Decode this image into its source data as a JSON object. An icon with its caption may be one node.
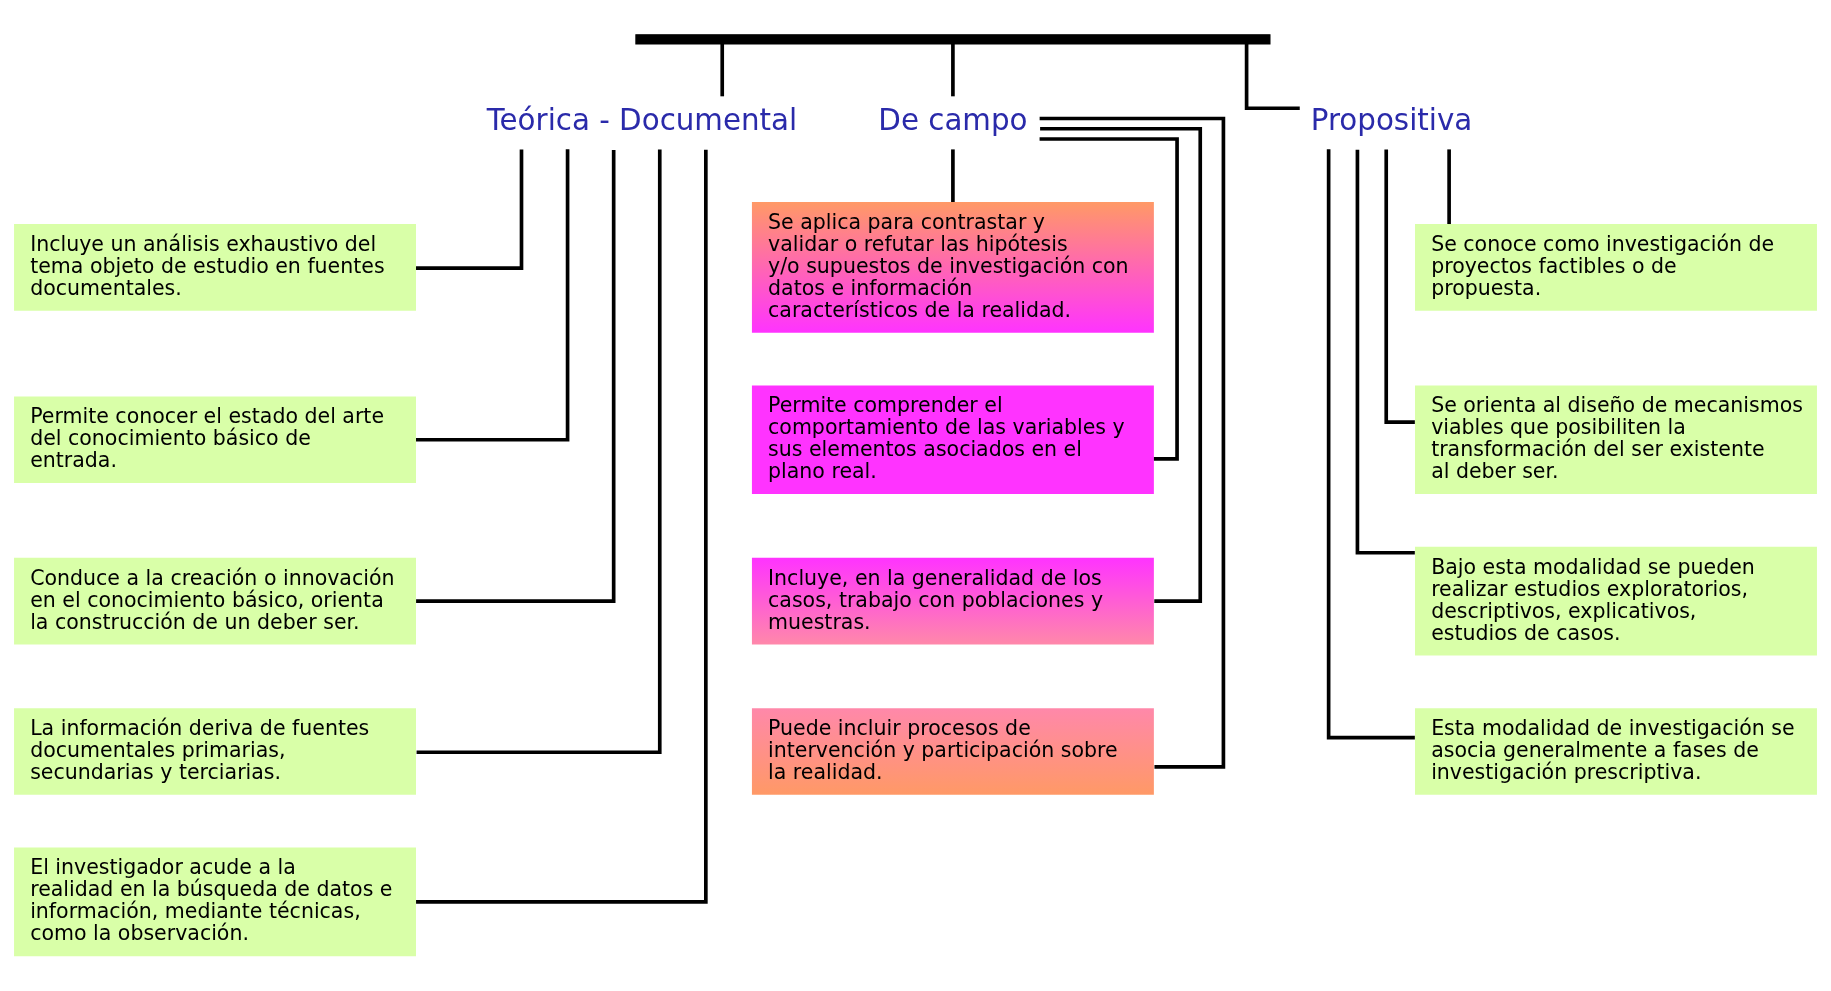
{
  "diagram": {
    "nodes": [
      {
        "text": [],
        "shape": "bar"
      },
      {
        "text": [
          "Teórica - Documental"
        ]
      },
      {
        "text": [
          "De campo"
        ]
      },
      {
        "text": [
          "Propositiva"
        ]
      },
      {
        "text": [
          "Incluye un análisis exhaustivo del tema objeto de estudio en fuentes documentales."
        ]
      },
      {
        "text": [
          "Permite conocer el estado del arte del conocimiento básico de entrada."
        ]
      },
      {
        "text": [
          "Conduce a la creación o innovación en el conocimiento básico, orienta la construcción de un deber ser."
        ]
      },
      {
        "text": [
          "La información deriva de fuentes documentales primarias, secundarias y terciarias."
        ]
      },
      {
        "text": [
          "El investigador acude a la realidad en la búsqueda de datos e información, mediante técnicas, como la observación."
        ]
      },
      {
        "text": [
          "Se aplica para contrastar y validar o refutar las hipótesis y/o supuestos de investigación con datos e información característicos de la realidad."
        ]
      },
      {
        "text": [
          "Permite comprender el comportamiento de las variables y sus elementos asociados en el plano real."
        ]
      },
      {
        "text": [
          "Incluye, en la generalidad de los casos, trabajo con poblaciones y muestras."
        ]
      },
      {
        "text": [
          "Puede incluir procesos de intervención y participación sobre la realidad."
        ]
      },
      {
        "text": [
          "Se conoce como investigación de proyectos factibles o de propuesta."
        ]
      },
      {
        "text": [
          "Se orienta al diseño de mecanismos viables que posibiliten la transformación del ser existente al deber ser."
        ]
      },
      {
        "text": [
          "Bajo esta modalidad se pueden realizar estudios exploratorios, descriptivos, explicativos, estudios de casos."
        ]
      },
      {
        "text": [
          "Esta modalidad de investigación se asocia generalmente a fases de investigación prescriptiva."
        ]
      }
    ],
    "edges": [
      {
        "from": 0,
        "to": 1,
        "arrow": "none"
      },
      {
        "from": 0,
        "to": 2,
        "arrow": "none"
      },
      {
        "from": 0,
        "to": 3,
        "arrow": "none"
      },
      {
        "from": 1,
        "to": 4,
        "arrow": "none"
      },
      {
        "from": 1,
        "to": 5,
        "arrow": "none"
      },
      {
        "from": 1,
        "to": 6,
        "arrow": "none"
      },
      {
        "from": 1,
        "to": 7,
        "arrow": "none"
      },
      {
        "from": 1,
        "to": 8,
        "arrow": "none"
      },
      {
        "from": 2,
        "to": 9,
        "arrow": "none"
      },
      {
        "from": 2,
        "to": 10,
        "arrow": "none"
      },
      {
        "from": 2,
        "to": 11,
        "arrow": "none"
      },
      {
        "from": 2,
        "to": 12,
        "arrow": "none"
      },
      {
        "from": 3,
        "to": 13,
        "arrow": "none"
      },
      {
        "from": 3,
        "to": 14,
        "arrow": "none"
      },
      {
        "from": 3,
        "to": 15,
        "arrow": "none"
      },
      {
        "from": 3,
        "to": 16,
        "arrow": "none"
      }
    ]
  }
}
